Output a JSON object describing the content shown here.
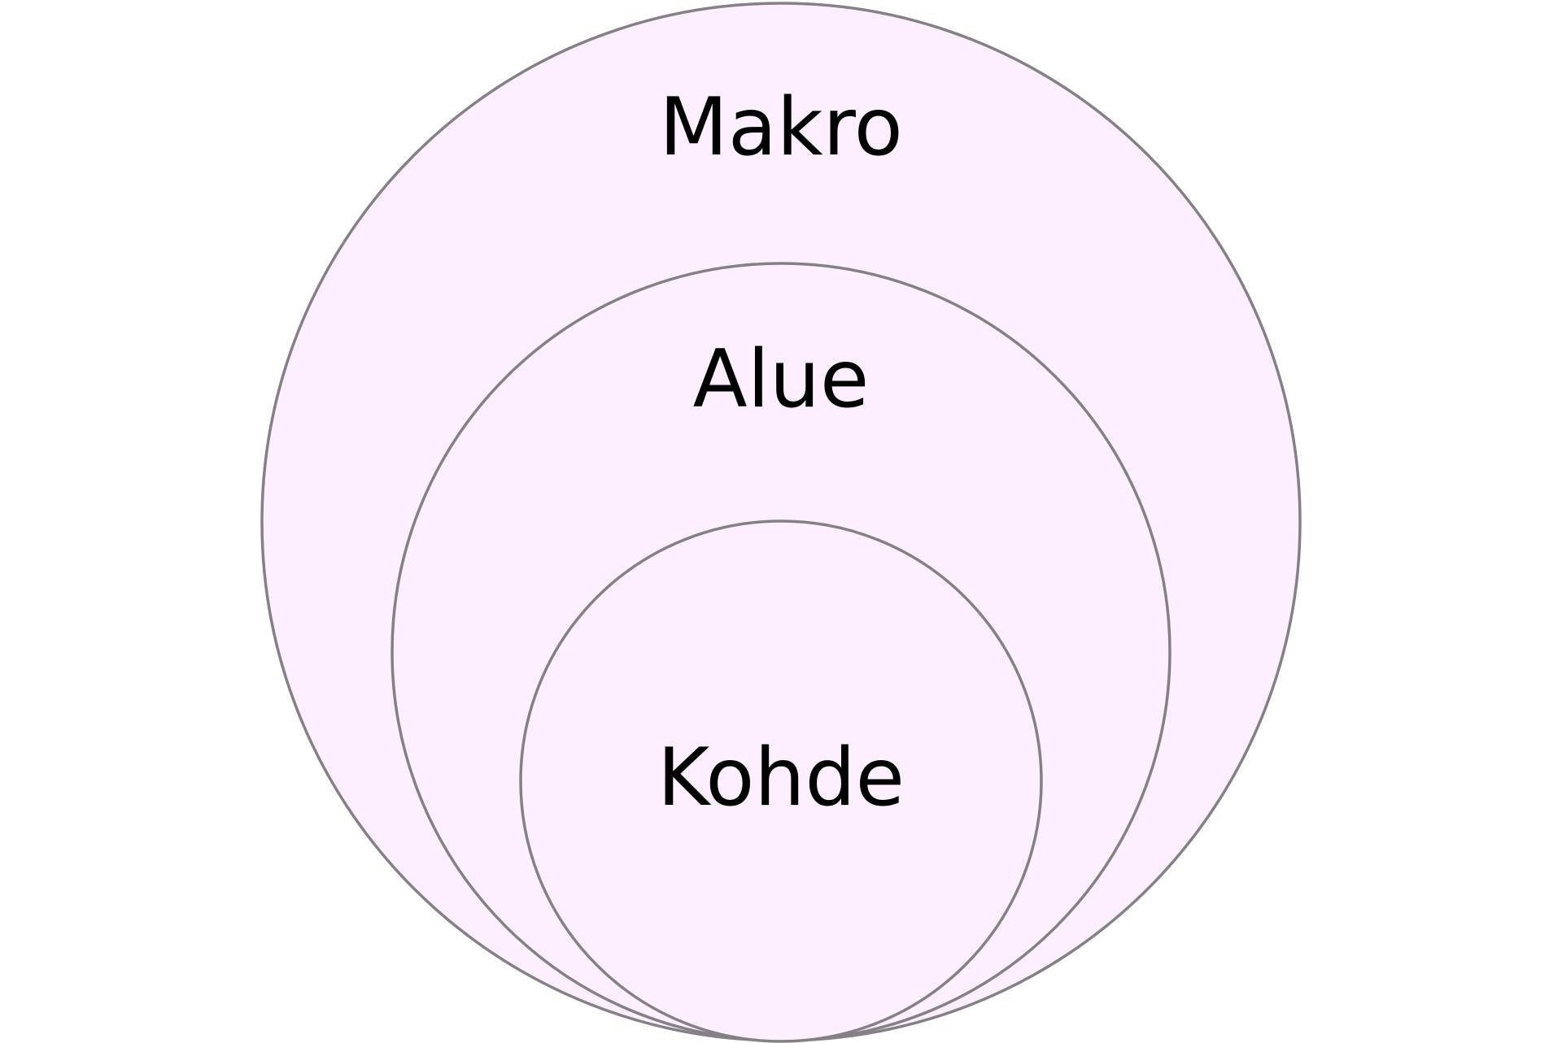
{
  "diagram": {
    "type": "nested-circles",
    "colors": {
      "fill": "#fcefff",
      "stroke": "#858085",
      "text": "#000000"
    },
    "levels": [
      {
        "label": "Makro"
      },
      {
        "label": "Alue"
      },
      {
        "label": "Kohde"
      }
    ]
  }
}
